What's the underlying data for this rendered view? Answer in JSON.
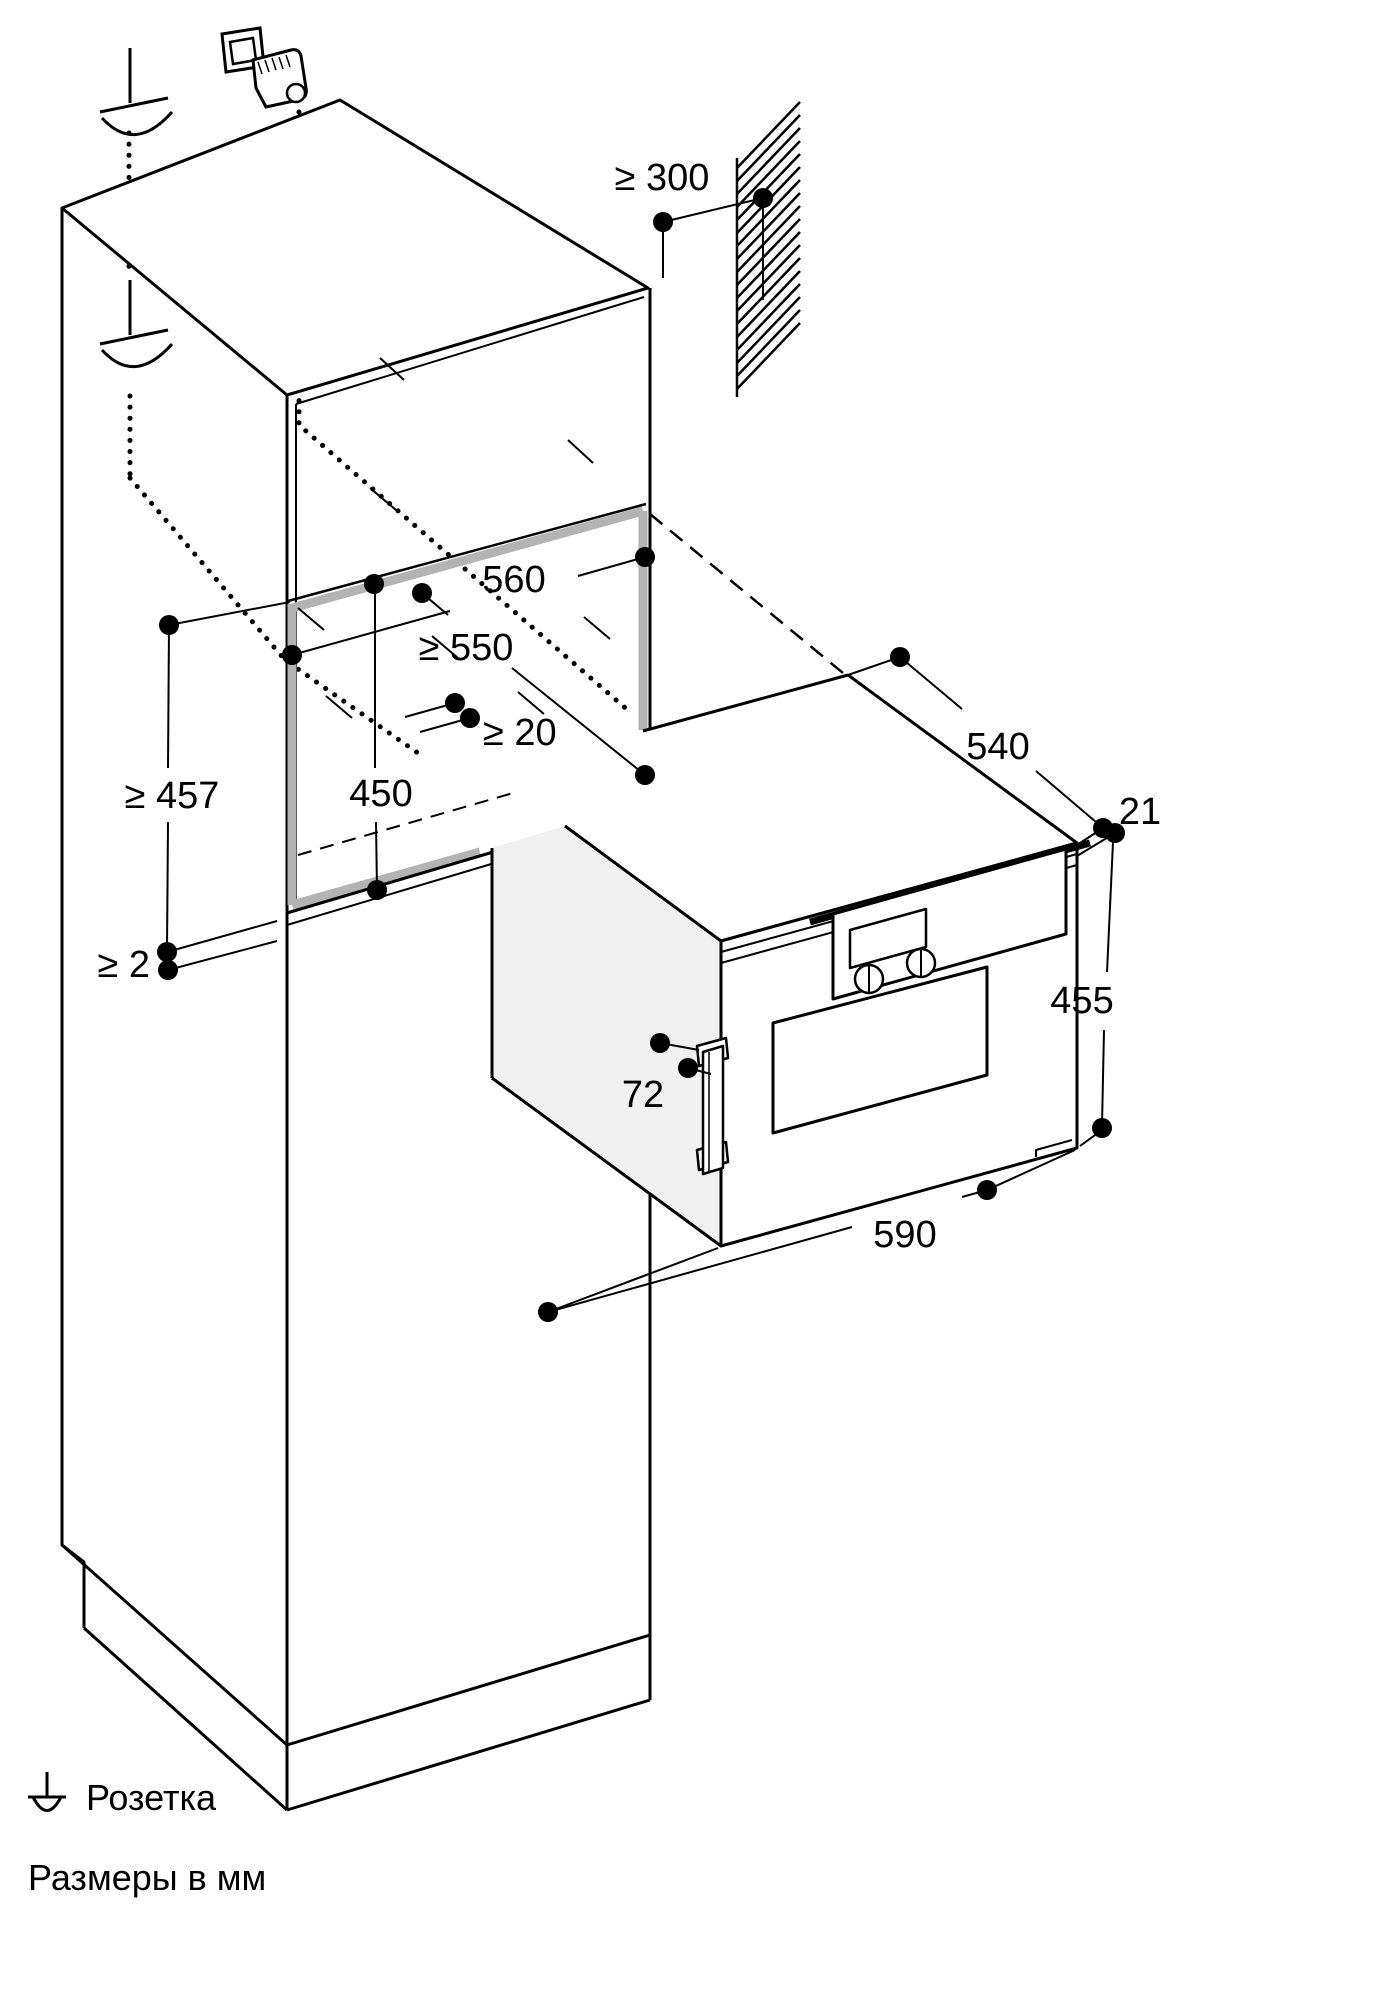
{
  "diagram": {
    "title_hint": "built-in oven installation drawing",
    "dimensions": {
      "wall_clearance": "≥ 300",
      "niche_width": "560",
      "niche_depth": "≥ 550",
      "rear_clearance": "≥ 20",
      "niche_height": "450",
      "min_front_height": "≥ 457",
      "bottom_gap": "≥ 2",
      "appliance_depth": "540",
      "door_protrusion": "21",
      "appliance_height": "455",
      "handle_clearance": "72",
      "appliance_width": "590"
    },
    "legend": {
      "socket_label": "Розетка",
      "units_note": "Размеры в мм"
    },
    "icons": {
      "plug": "power-plug-icon",
      "socket_symbol": "socket-schematic-icon",
      "wall": "wall-hatching"
    },
    "colors": {
      "line": "#000000",
      "niche_highlight": "#b3b3b3",
      "side_shade": "#f0f0f0",
      "background": "#ffffff"
    }
  }
}
